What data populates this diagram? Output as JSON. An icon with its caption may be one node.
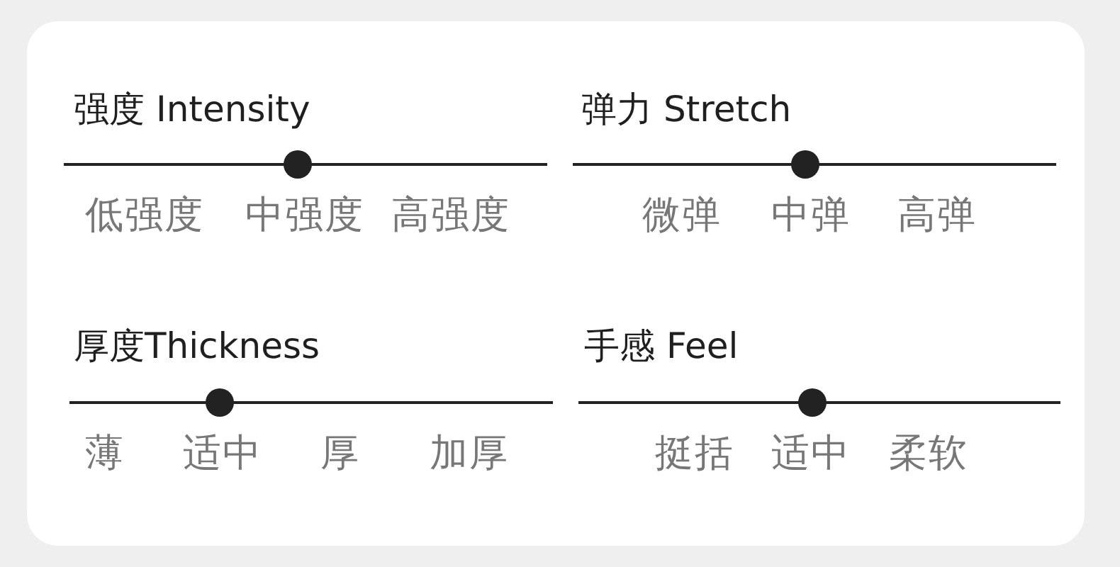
{
  "diagram": {
    "labels": [
      "强度 Intensity",
      "低强度",
      "中强度",
      "高强度",
      "弹力 Stretch",
      "微弹",
      "中弹",
      "高弹",
      "厚度Thickness",
      "薄",
      "适中",
      "厚",
      "加厚",
      "手感 Feel",
      "挺括",
      "适中",
      "柔软"
    ]
  }
}
